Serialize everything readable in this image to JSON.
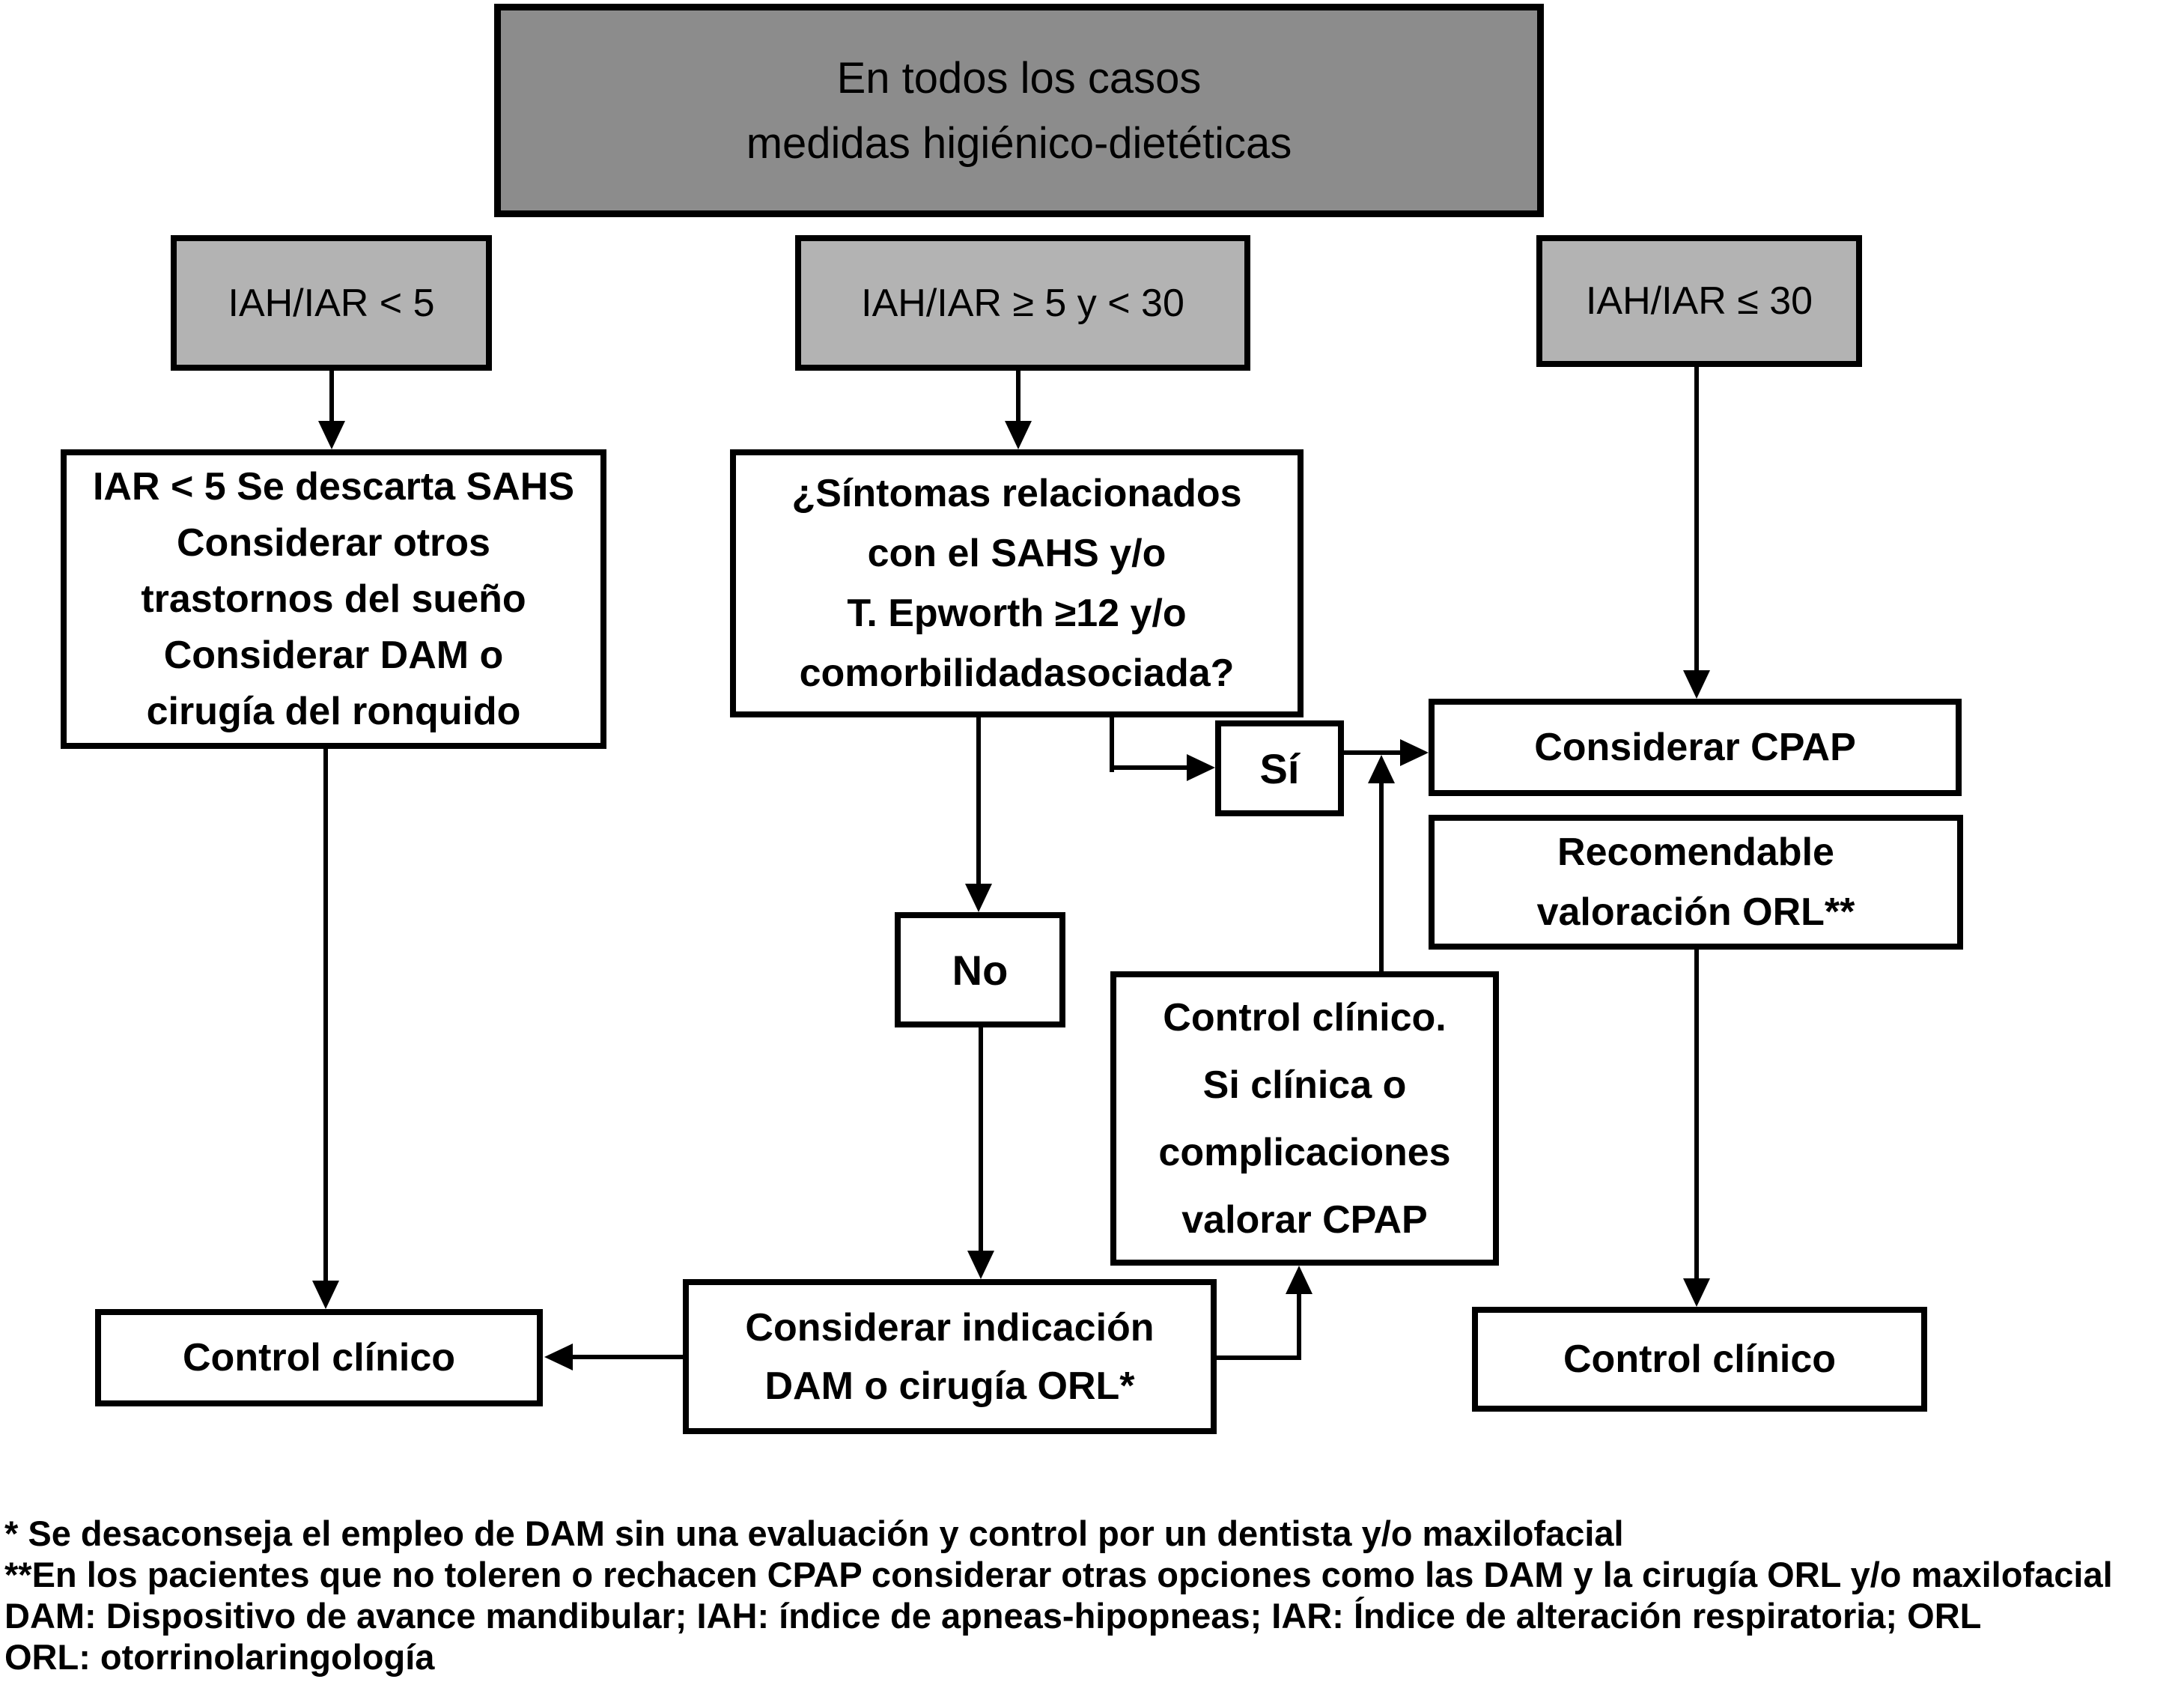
{
  "colors": {
    "top_box_fill": "#8c8c8c",
    "branch_box_fill": "#b3b3b3",
    "node_fill": "#ffffff",
    "line_color": "#000000"
  },
  "boxes": {
    "all_cases": {
      "lines": [
        "En todos los casos",
        "medidas higiénico-dietéticas"
      ]
    },
    "iah_lt_5": {
      "label": "IAH/IAR < 5"
    },
    "iah_5_30": {
      "label": "IAH/IAR ≥ 5 y < 30"
    },
    "iah_le_30": {
      "label": "IAH/IAR ≤ 30"
    },
    "rule_out_sahs": {
      "lines": [
        "IAR < 5 Se descarta SAHS",
        "Considerar otros",
        "trastornos del sueño",
        "Considerar DAM o",
        "cirugía del ronquido"
      ]
    },
    "symptoms_question": {
      "lines": [
        "¿Síntomas relacionados",
        "con el SAHS y/o",
        "T. Epworth ≥12 y/o",
        "comorbilidadasociada?"
      ]
    },
    "yes": {
      "label": "Sí"
    },
    "no": {
      "label": "No"
    },
    "consider_cpap": {
      "label": "Considerar CPAP"
    },
    "orl_assessment": {
      "lines": [
        "Recomendable",
        "valoración ORL**"
      ]
    },
    "clinical_control_cpap": {
      "lines": [
        "Control clínico.",
        "Si clínica o",
        "complicaciones",
        "valorar CPAP"
      ]
    },
    "dam_orl_surgery": {
      "lines": [
        "Considerar indicación",
        "DAM o cirugía ORL*"
      ]
    },
    "clinical_control_left": {
      "label": "Control clínico"
    },
    "clinical_control_right": {
      "label": "Control clínico"
    }
  },
  "footnotes": [
    "* Se desaconseja el empleo de DAM sin una evaluación y control por un dentista y/o maxilofacial",
    "**En los pacientes que no toleren o rechacen CPAP considerar otras opciones como las DAM y la cirugía ORL y/o maxilofacial",
    "DAM: Dispositivo de avance mandibular; IAH: índice de apneas-hipopneas; IAR: Índice de alteración respiratoria; ORL",
    "ORL: otorrinolaringología"
  ]
}
